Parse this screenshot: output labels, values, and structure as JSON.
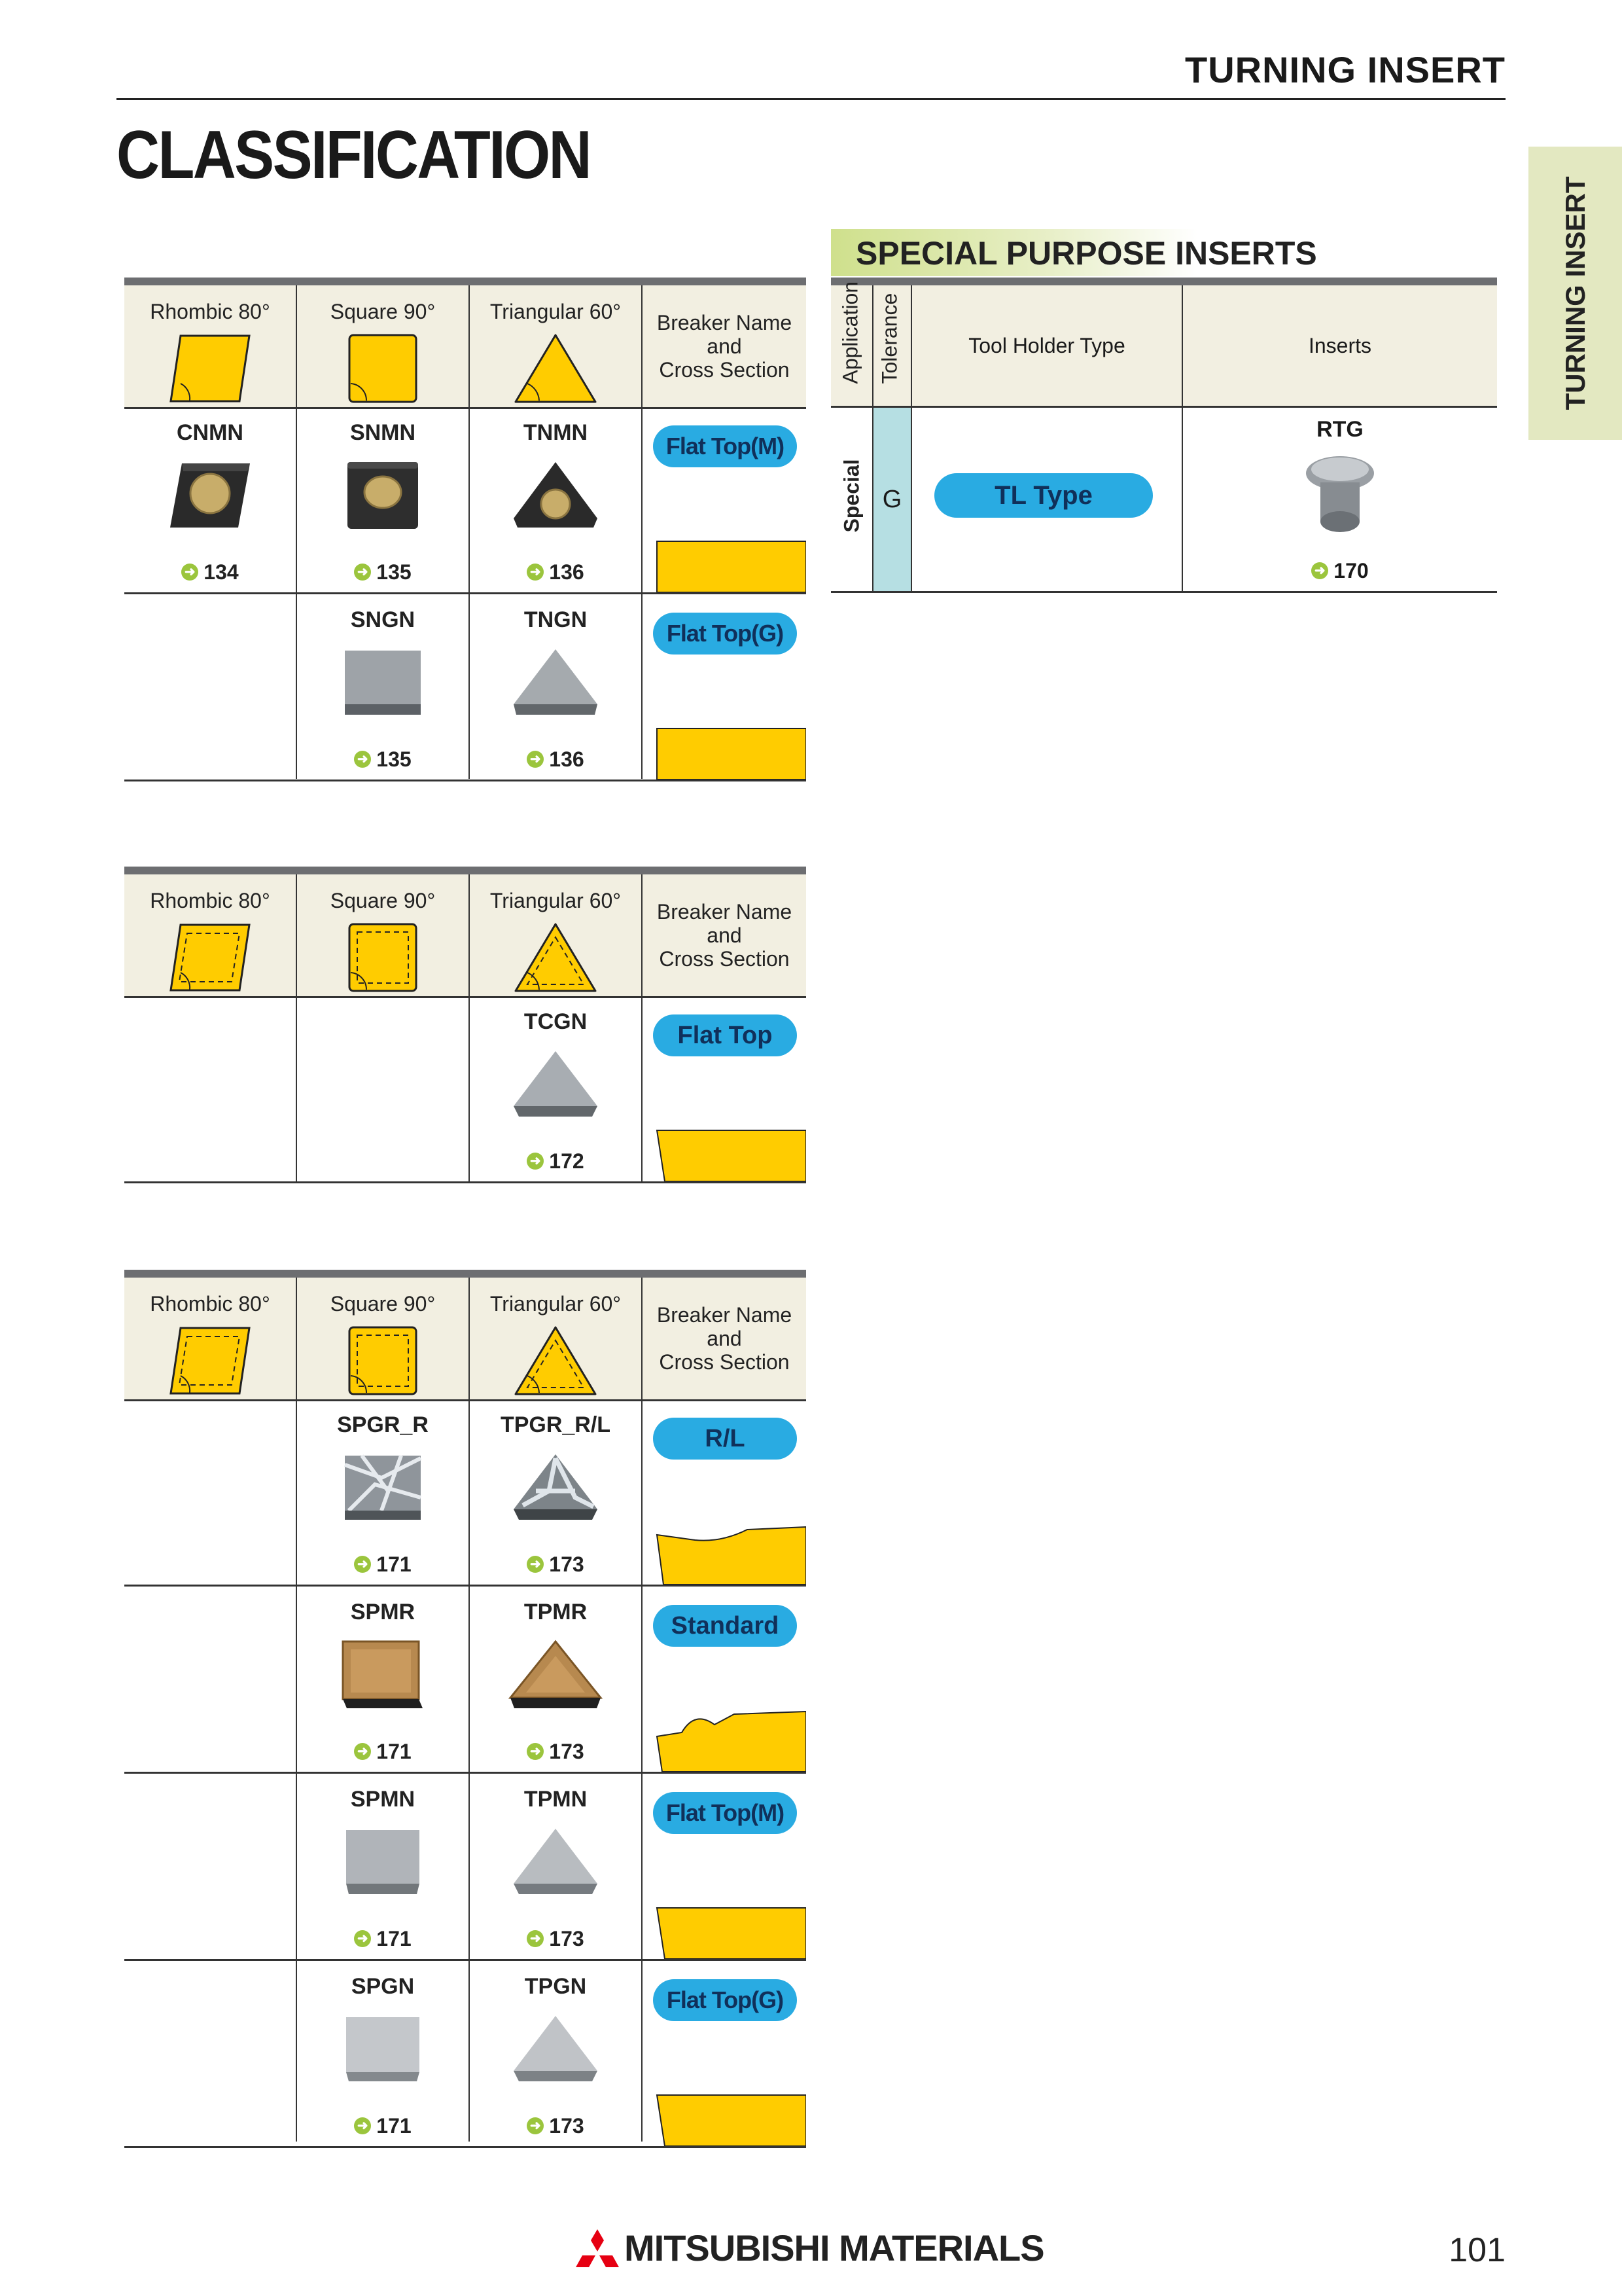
{
  "header": {
    "section_title": "TURNING INSERT",
    "page_title": "CLASSIFICATION"
  },
  "side_tab": {
    "label": "TURNING INSERT"
  },
  "tables": [
    {
      "headers": {
        "rhombic": "Rhombic 80°",
        "square": "Square 90°",
        "triangular": "Triangular 60°",
        "breaker": [
          "Breaker Name",
          "and",
          "Cross Section"
        ]
      },
      "rows": [
        {
          "rhombic": {
            "code": "CNMN",
            "page": "134"
          },
          "square": {
            "code": "SNMN",
            "page": "135"
          },
          "triangular": {
            "code": "TNMN",
            "page": "136"
          },
          "breaker": "Flat Top(M)"
        },
        {
          "rhombic": null,
          "square": {
            "code": "SNGN",
            "page": "135"
          },
          "triangular": {
            "code": "TNGN",
            "page": "136"
          },
          "breaker": "Flat Top(G)"
        }
      ]
    },
    {
      "headers": {
        "rhombic": "Rhombic 80°",
        "square": "Square 90°",
        "triangular": "Triangular 60°",
        "breaker": [
          "Breaker Name",
          "and",
          "Cross Section"
        ]
      },
      "rows": [
        {
          "rhombic": null,
          "square": null,
          "triangular": {
            "code": "TCGN",
            "page": "172"
          },
          "breaker": "Flat Top"
        }
      ]
    },
    {
      "headers": {
        "rhombic": "Rhombic 80°",
        "square": "Square 90°",
        "triangular": "Triangular 60°",
        "breaker": [
          "Breaker Name",
          "and",
          "Cross Section"
        ]
      },
      "rows": [
        {
          "rhombic": null,
          "square": {
            "code": "SPGR_R",
            "page": "171"
          },
          "triangular": {
            "code": "TPGR_R/L",
            "page": "173"
          },
          "breaker": "R/L"
        },
        {
          "rhombic": null,
          "square": {
            "code": "SPMR",
            "page": "171"
          },
          "triangular": {
            "code": "TPMR",
            "page": "173"
          },
          "breaker": "Standard"
        },
        {
          "rhombic": null,
          "square": {
            "code": "SPMN",
            "page": "171"
          },
          "triangular": {
            "code": "TPMN",
            "page": "173"
          },
          "breaker": "Flat Top(M)"
        },
        {
          "rhombic": null,
          "square": {
            "code": "SPGN",
            "page": "171"
          },
          "triangular": {
            "code": "TPGN",
            "page": "173"
          },
          "breaker": "Flat Top(G)"
        }
      ]
    }
  ],
  "special": {
    "title": "SPECIAL PURPOSE INSERTS",
    "headers": {
      "application": "Application",
      "tolerance": "Tolerance",
      "holder": "Tool Holder Type",
      "inserts": "Inserts"
    },
    "row": {
      "application": "Special",
      "tolerance": "G",
      "holder": "TL Type",
      "insert_code": "RTG",
      "page": "170"
    }
  },
  "footer": {
    "brand": "MITSUBISHI MATERIALS",
    "page_number": "101"
  },
  "colors": {
    "yellow": "#ffcc00",
    "pill_blue": "#29abe2",
    "header_bg": "#f2efe1",
    "tab_bg": "#e3e8c1",
    "tolerance_bg": "#b6dfe3"
  }
}
